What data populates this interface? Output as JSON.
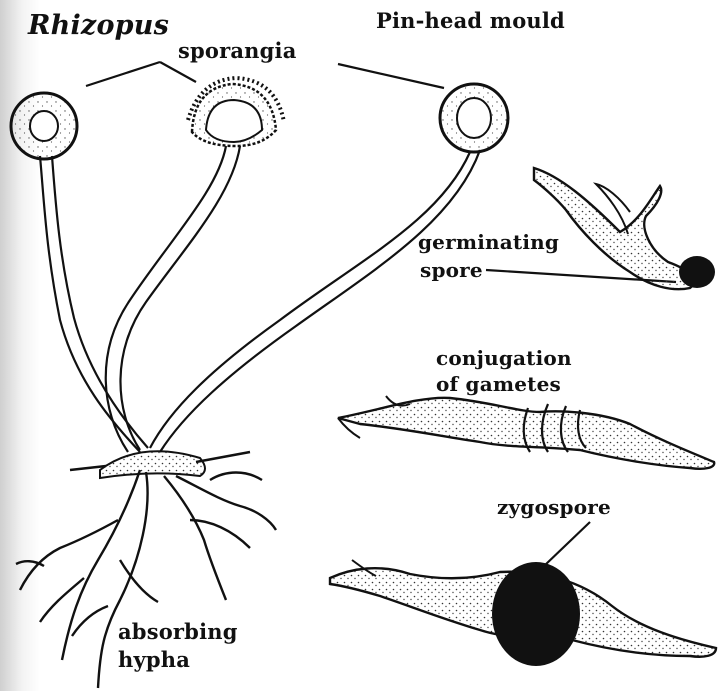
{
  "diagram": {
    "title": "Rhizopus",
    "subtitle": "Pin-head mould",
    "labels": {
      "sporangia": "sporangia",
      "germinating_line1": "germinating",
      "germinating_line2": "spore",
      "conjugation_line1": "conjugation",
      "conjugation_line2": "of gametes",
      "zygospore": "zygospore",
      "absorbing_line1": "absorbing",
      "absorbing_line2": "hypha"
    },
    "colors": {
      "ink": "#111111",
      "background": "#ffffff"
    }
  }
}
